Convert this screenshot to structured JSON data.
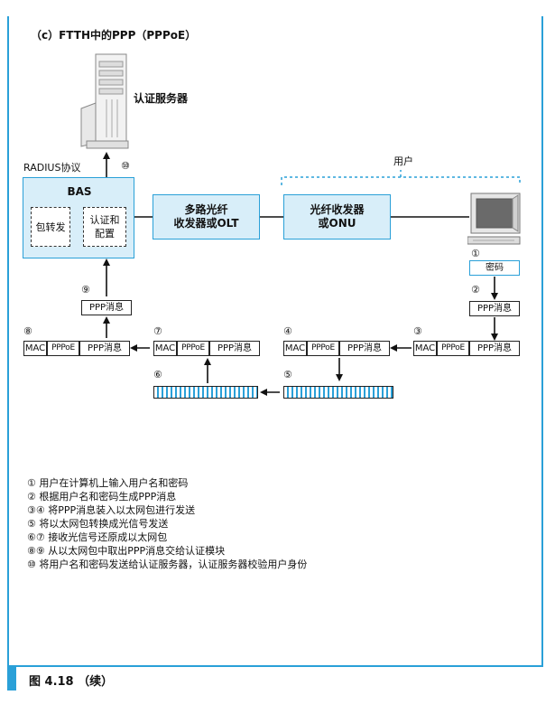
{
  "title": "（c）FTTH中的PPP（PPPoE）",
  "auth_server_label": "认证服务器",
  "radius_label": "RADIUS协议",
  "user_label": "用户",
  "bas": {
    "title": "BAS",
    "forward": "包转发",
    "auth": [
      "认证和",
      "配置"
    ]
  },
  "olt_box": [
    "多路光纤",
    "收发器或OLT"
  ],
  "onu_box": [
    "光纤收发器",
    "或ONU"
  ],
  "password_label": "密码",
  "labels": {
    "mac": "MAC",
    "pppoe": "PPPoE",
    "ppp": "PPP消息"
  },
  "step_nums": [
    "①",
    "②",
    "③",
    "④",
    "⑤",
    "⑥",
    "⑦",
    "⑧",
    "⑨",
    "⑩"
  ],
  "legend": [
    "① 用户在计算机上输入用户名和密码",
    "② 根据用户名和密码生成PPP消息",
    "③④ 将PPP消息装入以太网包进行发送",
    "⑤ 将以太网包转换成光信号发送",
    "⑥⑦ 接收光信号还原成以太网包",
    "⑧⑨ 从以太网包中取出PPP消息交给认证模块",
    "⑩ 将用户名和密码发送给认证服务器，认证服务器校验用户身份"
  ],
  "caption": "图 4.18 （续）",
  "colors": {
    "accent": "#2aa0d8",
    "box_fill": "#d8eef9"
  },
  "icons": [
    "server-icon",
    "computer-icon"
  ]
}
